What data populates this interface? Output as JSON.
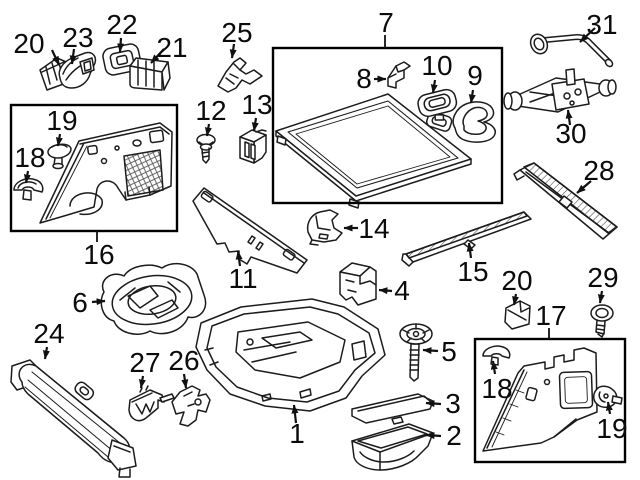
{
  "figure": {
    "kind": "exploded-parts-diagram",
    "background": "#ffffff",
    "line_color": "#1c1c1c",
    "text_color": "#0b0b0b"
  },
  "callouts": [
    {
      "id": "c20a",
      "label": "20"
    },
    {
      "id": "c23",
      "label": "23"
    },
    {
      "id": "c22",
      "label": "22"
    },
    {
      "id": "c21",
      "label": "21"
    },
    {
      "id": "c25",
      "label": "25"
    },
    {
      "id": "c7",
      "label": "7"
    },
    {
      "id": "c31",
      "label": "31"
    },
    {
      "id": "c8",
      "label": "8"
    },
    {
      "id": "c10",
      "label": "10"
    },
    {
      "id": "c9",
      "label": "9"
    },
    {
      "id": "c30",
      "label": "30"
    },
    {
      "id": "c12",
      "label": "12"
    },
    {
      "id": "c13",
      "label": "13"
    },
    {
      "id": "c28",
      "label": "28"
    },
    {
      "id": "c19a",
      "label": "19"
    },
    {
      "id": "c18a",
      "label": "18"
    },
    {
      "id": "c16",
      "label": "16"
    },
    {
      "id": "c14",
      "label": "14"
    },
    {
      "id": "c15",
      "label": "15"
    },
    {
      "id": "c11",
      "label": "11"
    },
    {
      "id": "c6",
      "label": "6"
    },
    {
      "id": "c4",
      "label": "4"
    },
    {
      "id": "c20b",
      "label": "20"
    },
    {
      "id": "c29",
      "label": "29"
    },
    {
      "id": "c17",
      "label": "17"
    },
    {
      "id": "c24",
      "label": "24"
    },
    {
      "id": "c27",
      "label": "27"
    },
    {
      "id": "c26",
      "label": "26"
    },
    {
      "id": "c5",
      "label": "5"
    },
    {
      "id": "c1",
      "label": "1"
    },
    {
      "id": "c3",
      "label": "3"
    },
    {
      "id": "c2",
      "label": "2"
    },
    {
      "id": "c18b",
      "label": "18"
    },
    {
      "id": "c19b",
      "label": "19"
    }
  ]
}
